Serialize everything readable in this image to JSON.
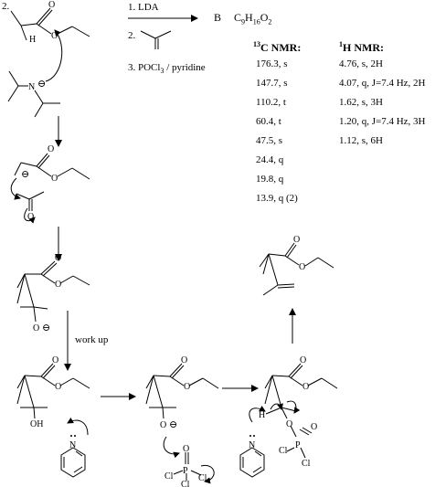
{
  "problem_number": "2.",
  "reagents": {
    "step1": "1. LDA",
    "step2": "2.",
    "step3": "3. POCl",
    "step3_sub": "3",
    "step3_tail": " / pyridine"
  },
  "product": {
    "label": "B",
    "formula_C": "C",
    "formula_C_sub": "9",
    "formula_H": "H",
    "formula_H_sub": "16",
    "formula_O": "O",
    "formula_O_sub": "2"
  },
  "c13_nmr": {
    "title_sup": "13",
    "title": "C NMR:",
    "peaks": [
      "176.3, s",
      "147.7, s",
      "110.2, t",
      "60.4, t",
      "47.5, s",
      "24.4, q",
      "19.8, q",
      "13.9, q (2)"
    ]
  },
  "h1_nmr": {
    "title_sup": "1",
    "title": "H NMR:",
    "peaks": [
      "4.76, s, 2H",
      "4.07, q, J=7.4 Hz, 2H",
      "1.62, s, 3H",
      "1.20, q, J=7.4 Hz, 3H",
      "1.12, s, 6H"
    ]
  },
  "atoms": {
    "O": "O",
    "H": "H",
    "N": "N",
    "P": "P",
    "Cl": "Cl",
    "OH": "OH",
    "minus": "⊖"
  },
  "workup_label": "work up"
}
